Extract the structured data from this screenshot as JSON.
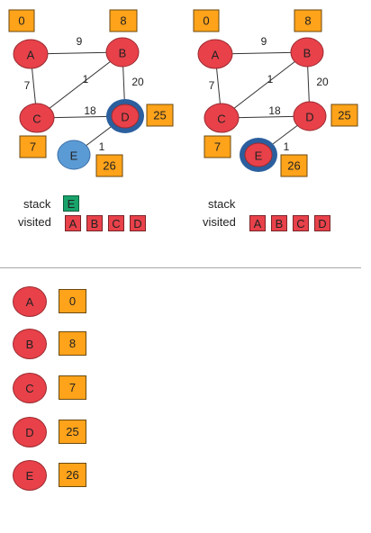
{
  "colors": {
    "visited_node": "#e8414a",
    "unvisited_node": "#5b9bd5",
    "current_ring": "#2b5f9e",
    "distance_box": "#ffa31a",
    "stack_item": "#18a36b"
  },
  "panels": [
    {
      "nodes": [
        {
          "id": "A",
          "label": "A",
          "state": "visited",
          "dist": "0"
        },
        {
          "id": "B",
          "label": "B",
          "state": "visited",
          "dist": "8"
        },
        {
          "id": "C",
          "label": "C",
          "state": "visited",
          "dist": "7"
        },
        {
          "id": "D",
          "label": "D",
          "state": "current",
          "dist": "25"
        },
        {
          "id": "E",
          "label": "E",
          "state": "unvisited",
          "dist": "26"
        }
      ],
      "edges": [
        {
          "from": "A",
          "to": "B",
          "weight": "9"
        },
        {
          "from": "A",
          "to": "C",
          "weight": "7"
        },
        {
          "from": "B",
          "to": "C",
          "weight": "1"
        },
        {
          "from": "B",
          "to": "D",
          "weight": "20"
        },
        {
          "from": "C",
          "to": "D",
          "weight": "18"
        },
        {
          "from": "D",
          "to": "E",
          "weight": "1"
        }
      ],
      "stack_label": "stack",
      "stack": [
        "E"
      ],
      "visited_label": "visited",
      "visited": [
        "A",
        "B",
        "C",
        "D"
      ]
    },
    {
      "nodes": [
        {
          "id": "A",
          "label": "A",
          "state": "visited",
          "dist": "0"
        },
        {
          "id": "B",
          "label": "B",
          "state": "visited",
          "dist": "8"
        },
        {
          "id": "C",
          "label": "C",
          "state": "visited",
          "dist": "7"
        },
        {
          "id": "D",
          "label": "D",
          "state": "visited",
          "dist": "25"
        },
        {
          "id": "E",
          "label": "E",
          "state": "current",
          "dist": "26"
        }
      ],
      "edges": [
        {
          "from": "A",
          "to": "B",
          "weight": "9"
        },
        {
          "from": "A",
          "to": "C",
          "weight": "7"
        },
        {
          "from": "B",
          "to": "C",
          "weight": "1"
        },
        {
          "from": "B",
          "to": "D",
          "weight": "20"
        },
        {
          "from": "C",
          "to": "D",
          "weight": "18"
        },
        {
          "from": "D",
          "to": "E",
          "weight": "1"
        }
      ],
      "stack_label": "stack",
      "stack": [],
      "visited_label": "visited",
      "visited": [
        "A",
        "B",
        "C",
        "D"
      ]
    }
  ],
  "results": [
    {
      "node": "A",
      "dist": "0"
    },
    {
      "node": "B",
      "dist": "8"
    },
    {
      "node": "C",
      "dist": "7"
    },
    {
      "node": "D",
      "dist": "25"
    },
    {
      "node": "E",
      "dist": "26"
    }
  ]
}
